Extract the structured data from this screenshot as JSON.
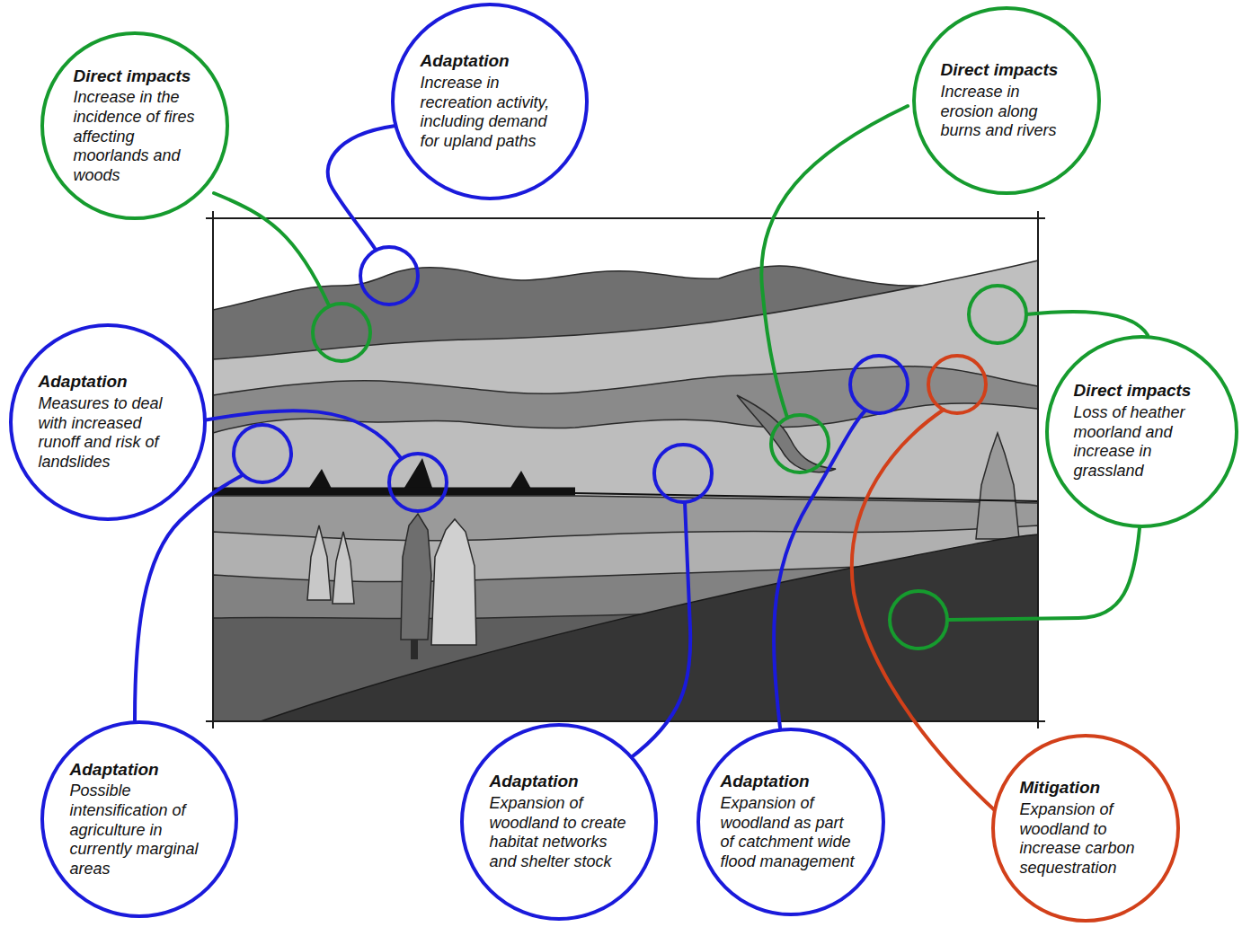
{
  "diagram": {
    "nodes": [
      {
        "text": [
          "Direct impacts",
          "Increase in the incidence of fires affecting moorlands and woods"
        ]
      },
      {
        "text": [
          "Adaptation",
          "Increase in recreation activity, including demand for upland paths"
        ]
      },
      {
        "text": [
          "Direct impacts",
          "Increase in erosion along burns and rivers"
        ]
      },
      {
        "text": [
          "Adaptation",
          "Measures to deal with increased runoff and risk of landslides"
        ]
      },
      {
        "text": [
          "Direct impacts",
          "Loss of heather moorland and increase in grassland"
        ]
      },
      {
        "text": [
          "Adaptation",
          "Possible intensification of agriculture in currently marginal areas"
        ]
      },
      {
        "text": [
          "Adaptation",
          "Expansion of woodland to create habitat networks and shelter stock"
        ]
      },
      {
        "text": [
          "Adaptation",
          "Expansion of woodland as part of catchment wide flood management"
        ]
      },
      {
        "text": [
          "Mitigation",
          "Expansion of woodland to increase carbon sequestration"
        ]
      }
    ]
  }
}
